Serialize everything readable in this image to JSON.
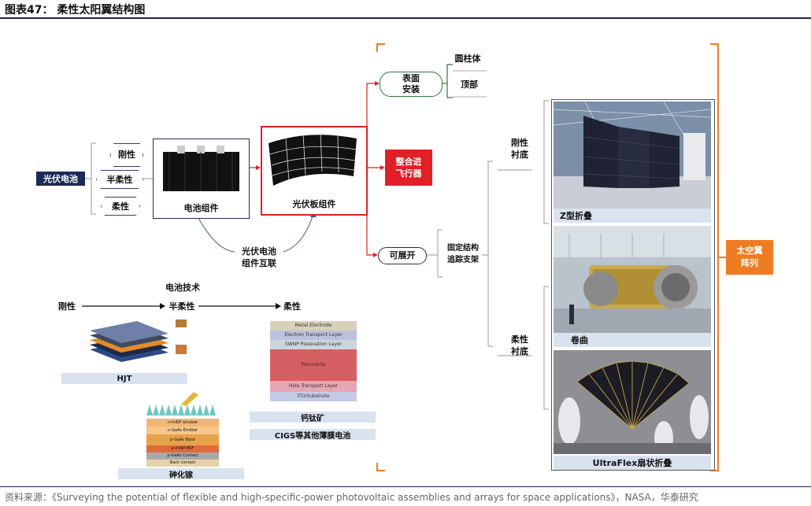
{
  "header": {
    "title": "图表47：  柔性太阳翼结构图"
  },
  "footer": {
    "source": "资料来源：《Surveying the potential of flexible and high-specific-power photovoltaic assemblies and arrays for space applications》，NASA，华泰研究"
  },
  "left": {
    "pv_cell": "光伏电池",
    "types": [
      "刚性",
      "半柔性",
      "柔性"
    ],
    "cell_module": "电池组件",
    "pv_panel_module": "光伏板组件",
    "interconnect": "光伏电池\n组件互联"
  },
  "middle": {
    "integrate": "整合进\n飞行器",
    "surface_mount": "表面\n安装",
    "deployable": "可展开",
    "cylinder": "圆柱体",
    "top": "顶部",
    "fixed_tracking": "固定结构\n追踪支架",
    "rigid_substrate": "刚性\n衬底",
    "flexible_substrate": "柔性\n衬底"
  },
  "right": {
    "photos": [
      "Z型折叠",
      "卷曲",
      "UltraFlex扇状折叠"
    ],
    "array": "太空翼\n阵列"
  },
  "tech": {
    "title": "电池技术",
    "stages": [
      "刚性",
      "半柔性",
      "柔性"
    ],
    "hjt": "HJT",
    "gaas": "砷化镓",
    "perovskite": "钙钛矿",
    "cigs": "CIGS等其他薄膜电池",
    "perov_layers": [
      "Metal Electrode",
      "Electron Transport Layer",
      "SWNP Passivation Layer",
      "Perovskite",
      "Hole Transport Layer",
      "ITO/Substrate"
    ],
    "gaas_layers": [
      "n-InAlP window",
      "n-GaAs Emitter",
      "p-GaAs Base",
      "p-InAlP BSF",
      "p-GaAs Contact",
      "Back contact"
    ]
  },
  "colors": {
    "red": "#e11f26",
    "orange": "#f07c22",
    "green": "#2a7a3a",
    "navy": "#1b2a55"
  }
}
